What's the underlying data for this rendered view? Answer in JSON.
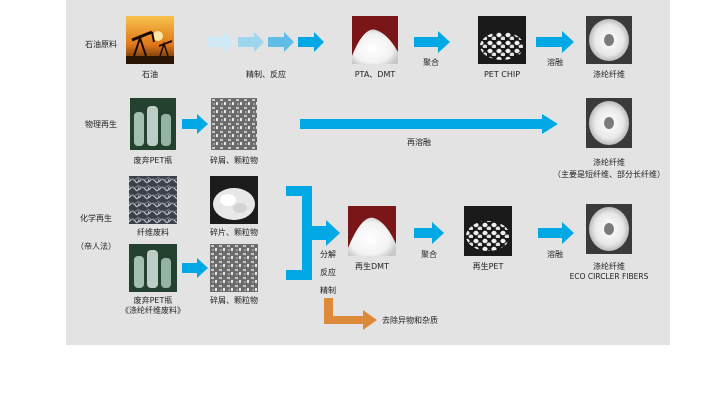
{
  "rows": {
    "petroleum": {
      "label": "石油原料",
      "oil_caption": "石油",
      "refine_caption": "精制、反应",
      "pta_caption": "PTA、DMT",
      "polymerize": "聚合",
      "chip_caption": "PET CHIP",
      "melt": "溶融",
      "fiber_caption": "涤纶纤维"
    },
    "physical": {
      "label": "物理再生",
      "bottle_caption": "废弃PET瓶",
      "flakes_caption": "碎屑、颗粒物",
      "remelt": "再溶融",
      "fiber_caption": "涤纶纤维",
      "fiber_note": "（主要是短纤维、部分长纤维）"
    },
    "chemical": {
      "label": "化学再生",
      "label_sub": "（帝人法）",
      "waste_fiber_caption": "纤维废料",
      "pellets_caption": "碎片、颗粒物",
      "bottle_caption_line1": "废弃PET瓶",
      "bottle_caption_line2": "《涤纶纤维废料》",
      "flakes_caption": "碎屑、颗粒物",
      "step_decompose": "分解",
      "step_react": "反应",
      "step_refine": "精制",
      "dmt_caption": "再生DMT",
      "polymerize": "聚合",
      "pet_caption": "再生PET",
      "melt": "溶融",
      "fiber_caption": "涤纶纤维",
      "fiber_caption_en": "ECO CIRCLER FIBERS",
      "impurity_removal": "去除异物和杂质"
    }
  },
  "colors": {
    "arrow_blue": "#00a8e6",
    "arrow_orange": "#dd8a3a",
    "panel_bg": "#e3e3e3"
  },
  "icons": [
    "oil-pumpjack-photo",
    "white-powder-photo",
    "pellets-photo",
    "fiber-spool-photo",
    "bottles-photo",
    "flakes-photo",
    "waste-fiber-photo",
    "white-crystals-photo"
  ]
}
